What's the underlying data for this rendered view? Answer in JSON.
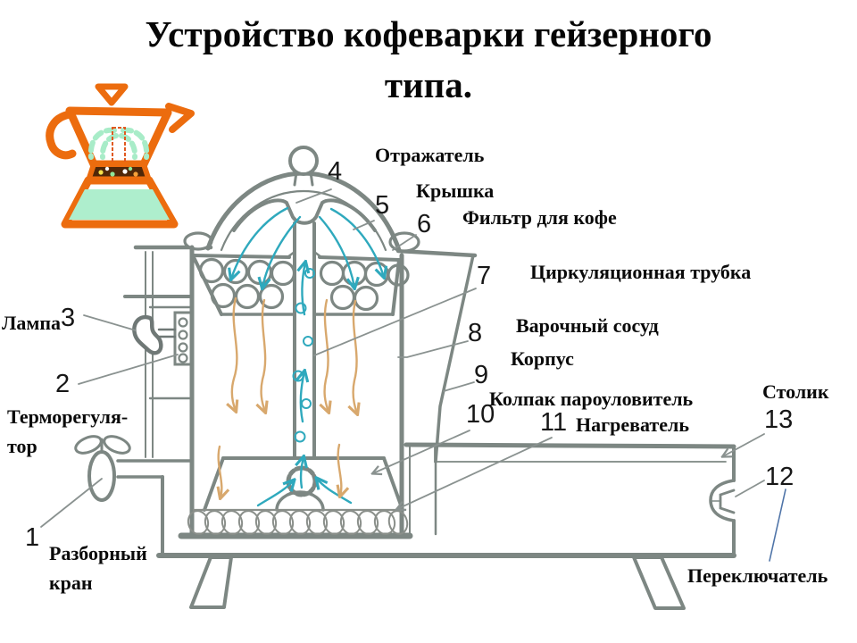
{
  "title": {
    "line1": "Устройство кофеварки гейзерного",
    "line2": "типа."
  },
  "labels": {
    "tap": {
      "num": "1",
      "text1": "Разборный",
      "text2": "кран"
    },
    "thermostat": {
      "num": "2",
      "text1": "Терморегуля-",
      "text2": "тор"
    },
    "lamp": {
      "num": "3",
      "text": "Лампа"
    },
    "reflector": {
      "num": "4",
      "text": "Отражатель"
    },
    "lid": {
      "num": "5",
      "text": "Крышка"
    },
    "filter": {
      "num": "6",
      "text": "Фильтр для кофе"
    },
    "circulation_tube": {
      "num": "7",
      "text": "Циркуляционная трубка"
    },
    "brew_vessel": {
      "num": "8",
      "text": "Варочный сосуд"
    },
    "body": {
      "num": "9",
      "text": "Корпус"
    },
    "steam_cap": {
      "num": "10",
      "text": "Колпак пароуловитель"
    },
    "heater": {
      "num": "11",
      "text": "Нагреватель"
    },
    "switch": {
      "num": "12",
      "text": "Переключатель"
    },
    "table": {
      "num": "13",
      "text": "Столик"
    }
  },
  "icon": {
    "name": "moka-pot"
  },
  "colors": {
    "line_gray": "#7d8783",
    "leader_gray": "#8a9290",
    "steam_arrow_blue": "#2fa9bd",
    "water_arrow_tan": "#d8a86d",
    "leader_blue": "#4f74a8",
    "moka_orange": "#ec6c0e",
    "moka_liquid_green": "#aeeecd",
    "moka_coffee_brown": "#4f2708"
  }
}
